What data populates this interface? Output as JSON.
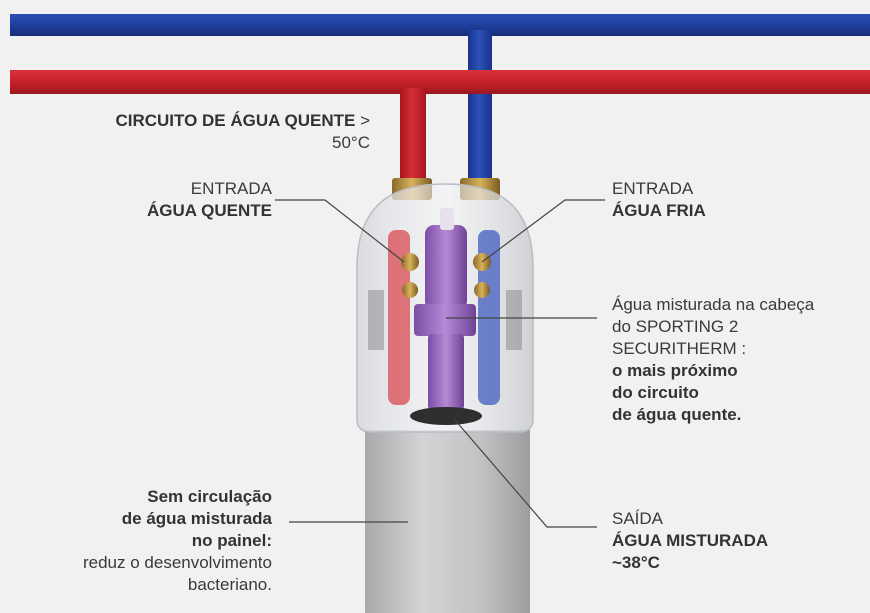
{
  "labels": {
    "hot_circuit": {
      "bold": "CIRCUITO DE ÁGUA QUENTE",
      "suffix": " >",
      "temp": "50°C"
    },
    "hot_inlet": {
      "line1": "ENTRADA",
      "line2": "ÁGUA QUENTE"
    },
    "cold_inlet": {
      "line1": "ENTRADA",
      "line2": "ÁGUA FRIA"
    },
    "mix_head": {
      "line1": "Água misturada na cabeça",
      "line2": "do SPORTING 2",
      "line3": "SECURITHERM :",
      "line4": "o mais próximo",
      "line5": "do circuito",
      "line6": "de água quente."
    },
    "no_circulation": {
      "line1": "Sem circulação",
      "line2": "de água misturada",
      "line3": "no painel:",
      "line4": "reduz o desenvolvimento",
      "line5": "bacteriano."
    },
    "outlet": {
      "line1": "SAÍDA",
      "line2": "ÁGUA MISTURADA",
      "line3": "~38°C"
    }
  },
  "colors": {
    "hot_pipe": "#c8202a",
    "cold_pipe": "#1f3f9e",
    "background": "#f1f1f2",
    "mixing_cartridge": "#9b6fc0",
    "column": "#c4c4c6"
  }
}
